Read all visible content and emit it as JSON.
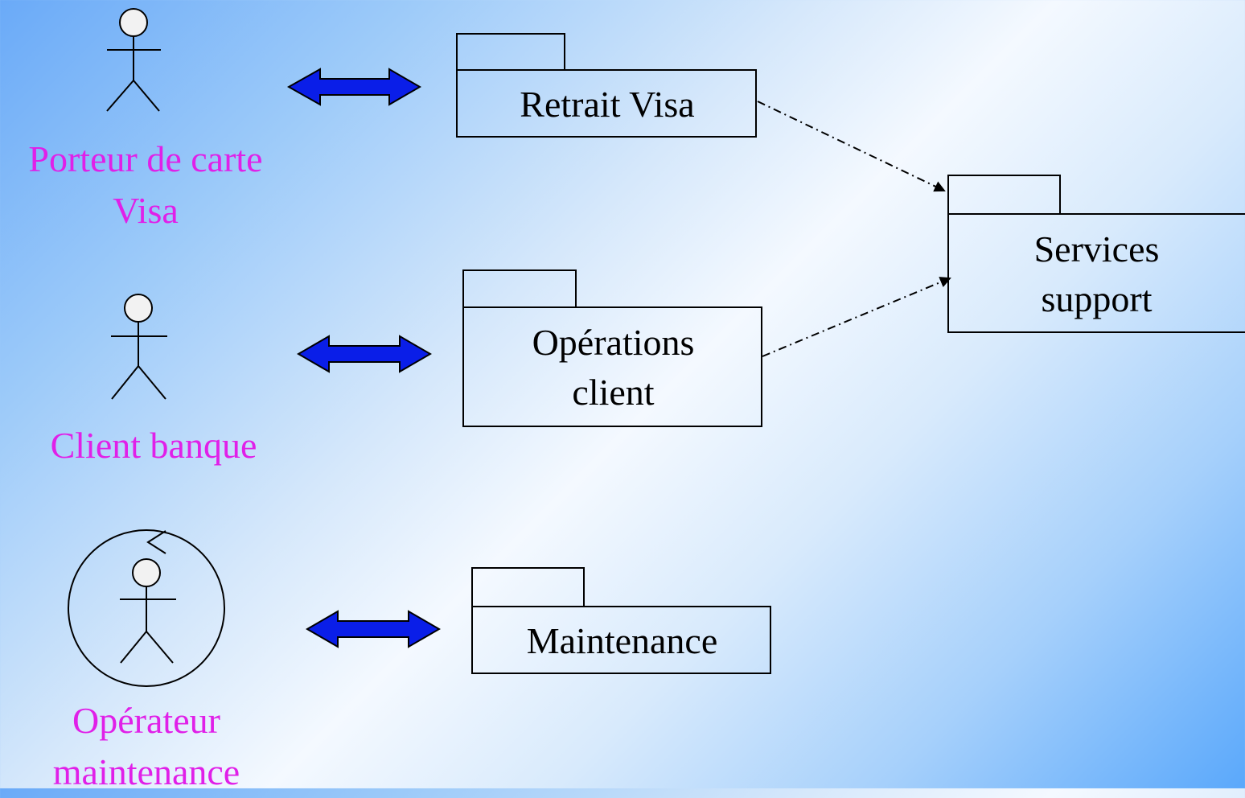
{
  "actors": [
    {
      "id": "porteur",
      "label_line1": "Porteur de carte",
      "label_line2": "Visa"
    },
    {
      "id": "client",
      "label_line1": "Client banque"
    },
    {
      "id": "operateur",
      "label_line1": "Opérateur",
      "label_line2": "maintenance"
    }
  ],
  "packages": [
    {
      "id": "retrait",
      "label_line1": "Retrait Visa"
    },
    {
      "id": "operations",
      "label_line1": "Opérations",
      "label_line2": "client"
    },
    {
      "id": "maintenance",
      "label_line1": "Maintenance"
    },
    {
      "id": "services",
      "label_line1": "Services",
      "label_line2": "support"
    }
  ],
  "colors": {
    "actor_label": "#e020e8",
    "arrow_fill": "#0a1ee8",
    "line": "#000000"
  }
}
